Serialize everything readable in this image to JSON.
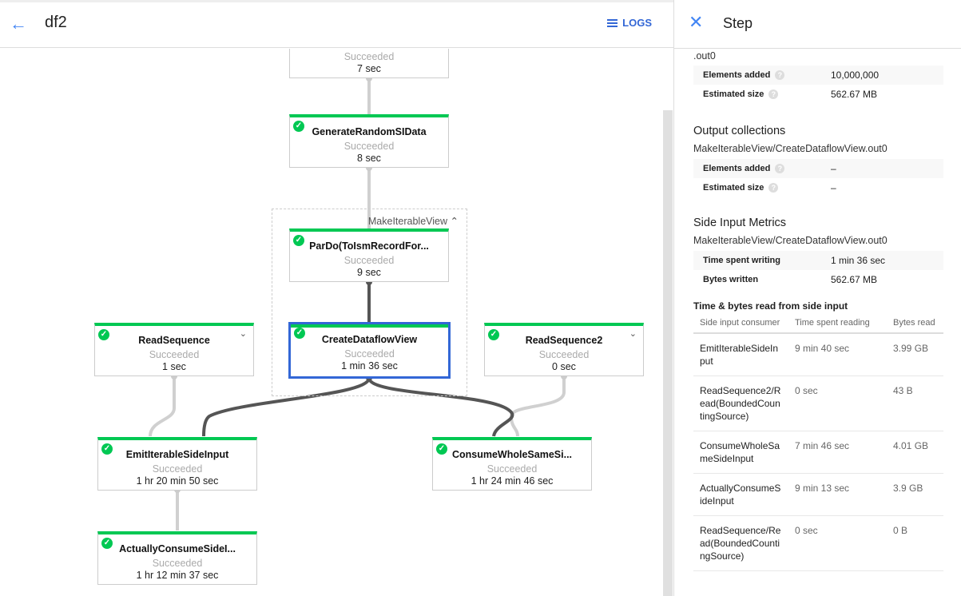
{
  "header": {
    "title": "df2",
    "logs_label": "LOGS"
  },
  "graph": {
    "group_label": "MakeIterableView",
    "nodes": [
      {
        "name": "",
        "status": "Succeeded",
        "duration": "7 sec"
      },
      {
        "name": "GenerateRandomSIData",
        "status": "Succeeded",
        "duration": "8 sec"
      },
      {
        "name": "ParDo(ToIsmRecordFor...",
        "status": "Succeeded",
        "duration": "9 sec"
      },
      {
        "name": "CreateDataflowView",
        "status": "Succeeded",
        "duration": "1 min 36 sec"
      },
      {
        "name": "ReadSequence",
        "status": "Succeeded",
        "duration": "1 sec"
      },
      {
        "name": "ReadSequence2",
        "status": "Succeeded",
        "duration": "0 sec"
      },
      {
        "name": "EmitIterableSideInput",
        "status": "Succeeded",
        "duration": "1 hr 20 min 50 sec"
      },
      {
        "name": "ConsumeWholeSameSi...",
        "status": "Succeeded",
        "duration": "1 hr 24 min 46 sec"
      },
      {
        "name": "ActuallyConsumeSideI...",
        "status": "Succeeded",
        "duration": "1 hr 12 min 37 sec"
      }
    ],
    "colors": {
      "success": "#00c853",
      "selected": "#3367d6",
      "edge_active": "#555555",
      "edge_inactive": "#d0d0d0"
    }
  },
  "panel": {
    "title": "Step",
    "input_tail": ".out0",
    "input_metrics": [
      {
        "label": "Elements added",
        "value": "10,000,000"
      },
      {
        "label": "Estimated size",
        "value": "562.67 MB"
      }
    ],
    "output_heading": "Output collections",
    "output_name": "MakeIterableView/CreateDataflowView.out0",
    "output_metrics": [
      {
        "label": "Elements added",
        "value": "–"
      },
      {
        "label": "Estimated size",
        "value": "–"
      }
    ],
    "side_heading": "Side Input Metrics",
    "side_name": "MakeIterableView/CreateDataflowView.out0",
    "side_metrics": [
      {
        "label": "Time spent writing",
        "value": "1 min 36 sec"
      },
      {
        "label": "Bytes written",
        "value": "562.67 MB"
      }
    ],
    "read_heading": "Time & bytes read from side input",
    "read_columns": [
      "Side input consumer",
      "Time spent reading",
      "Bytes read"
    ],
    "read_rows": [
      [
        "EmitIterableSideInput",
        "9 min 40 sec",
        "3.99 GB"
      ],
      [
        "ReadSequence2/Read(BoundedCountingSource)",
        "0 sec",
        "43 B"
      ],
      [
        "ConsumeWholeSameSideInput",
        "7 min 46 sec",
        "4.01 GB"
      ],
      [
        "ActuallyConsumeSideInput",
        "9 min 13 sec",
        "3.9 GB"
      ],
      [
        "ReadSequence/Read(BoundedCountingSource)",
        "0 sec",
        "0 B"
      ]
    ]
  }
}
